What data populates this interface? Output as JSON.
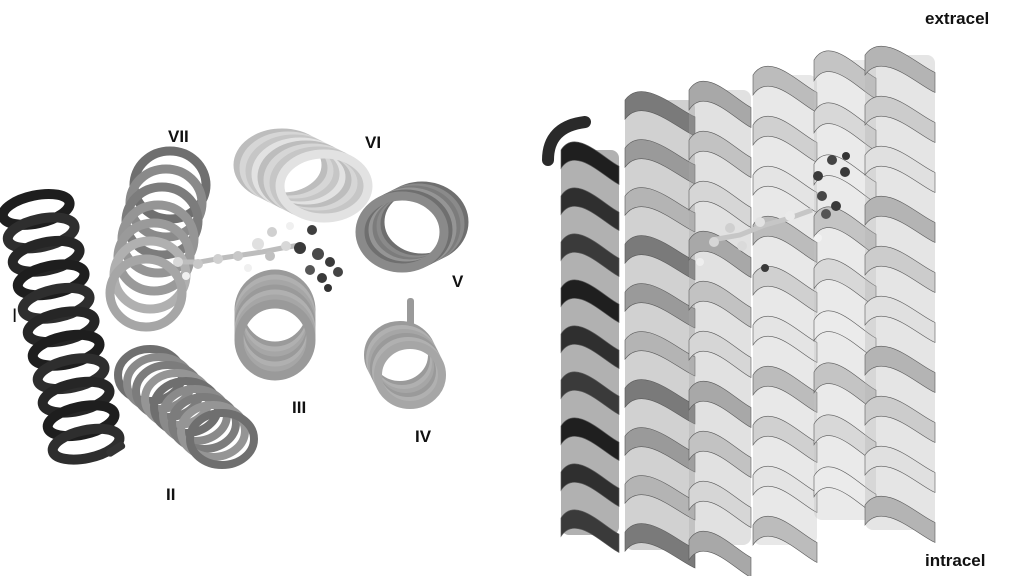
{
  "top_view": {
    "helix_labels": {
      "I": "I",
      "II": "II",
      "III": "III",
      "IV": "IV",
      "V": "V",
      "VI": "VI",
      "VII": "VII"
    }
  },
  "side_view": {
    "extracellular_label": "extracel",
    "intracellular_label": "intracel"
  },
  "colors": {
    "helix_dark": "#2b2b2b",
    "helix_mid": "#8a8a8a",
    "helix_light": "#cfcfcf",
    "ligand_dark": "#4a4a4a",
    "background": "#ffffff"
  }
}
